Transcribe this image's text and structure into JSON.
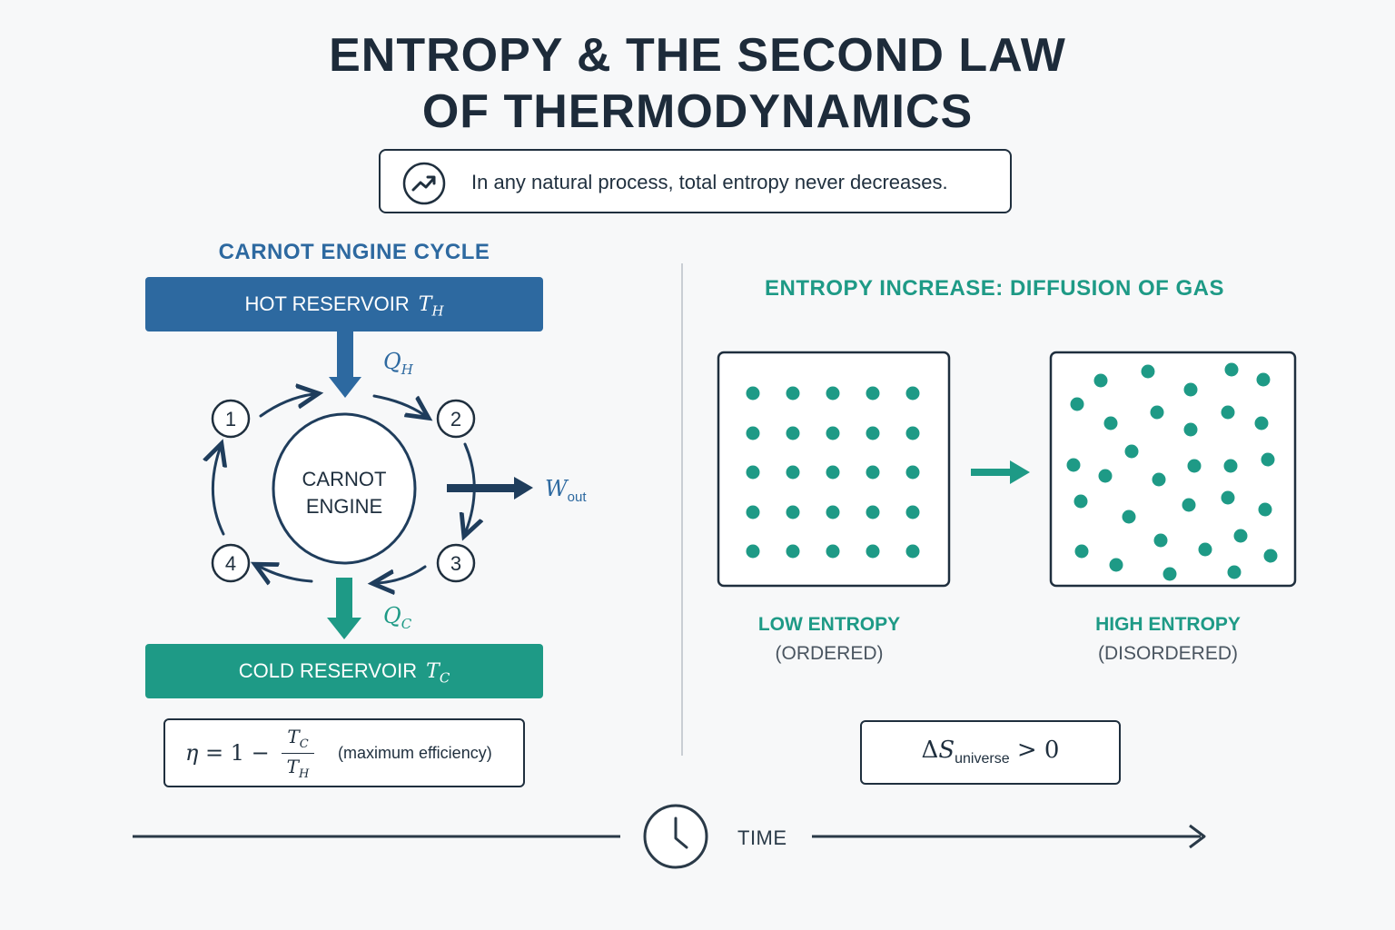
{
  "title": "ENTROPY & THE SECOND LAW OF THERMODYNAMICS",
  "title_line1": "ENTROPY & THE SECOND LAW",
  "title_line2": "OF THERMODYNAMICS",
  "law_statement": "In any natural process, total entropy never decreases.",
  "law_icon": "trending-up-icon",
  "carnot": {
    "section_title": "CARNOT ENGINE CYCLE",
    "hot_reservoir_label": "HOT RESERVOIR",
    "hot_symbol": "T",
    "hot_subscript": "H",
    "cold_reservoir_label": "COLD RESERVOIR",
    "cold_symbol": "T",
    "cold_subscript": "C",
    "engine_line1": "CARNOT",
    "engine_line2": "ENGINE",
    "q_hot": "Q",
    "q_hot_sub": "H",
    "q_cold": "Q",
    "q_cold_sub": "C",
    "work": "W",
    "work_sub": "out",
    "steps": [
      "1",
      "2",
      "3",
      "4"
    ],
    "efficiency_formula": "η = 1 − T_C / T_H",
    "efficiency_note": "(maximum efficiency)",
    "colors": {
      "hot": "#2d69a0",
      "cold": "#1e9a86",
      "dark": "#1f3d5c"
    }
  },
  "diffusion": {
    "section_title": "ENTROPY INCREASE: DIFFUSION OF GAS",
    "low_label": "LOW ENTROPY",
    "low_sub": "(ORDERED)",
    "high_label": "HIGH ENTROPY",
    "high_sub": "(DISORDERED)",
    "delta_s_formula": "ΔS_universe > 0",
    "particle_color": "#1e9a86"
  },
  "time_label": "TIME",
  "time_icon": "clock-icon"
}
